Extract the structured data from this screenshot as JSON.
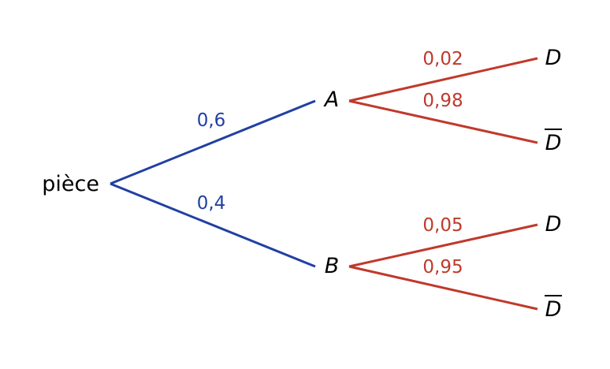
{
  "colors": {
    "level1": "#2140a3",
    "level2": "#c0392b",
    "text": "#000000",
    "background": "#ffffff"
  },
  "tree": {
    "root": {
      "label": "pièce"
    },
    "level1": [
      {
        "label": "A",
        "probability": "0,6",
        "children": [
          {
            "label": "D",
            "complement": false,
            "probability": "0,02"
          },
          {
            "label": "D",
            "complement": true,
            "probability": "0,98"
          }
        ]
      },
      {
        "label": "B",
        "probability": "0,4",
        "children": [
          {
            "label": "D",
            "complement": false,
            "probability": "0,05"
          },
          {
            "label": "D",
            "complement": true,
            "probability": "0,95"
          }
        ]
      }
    ]
  }
}
